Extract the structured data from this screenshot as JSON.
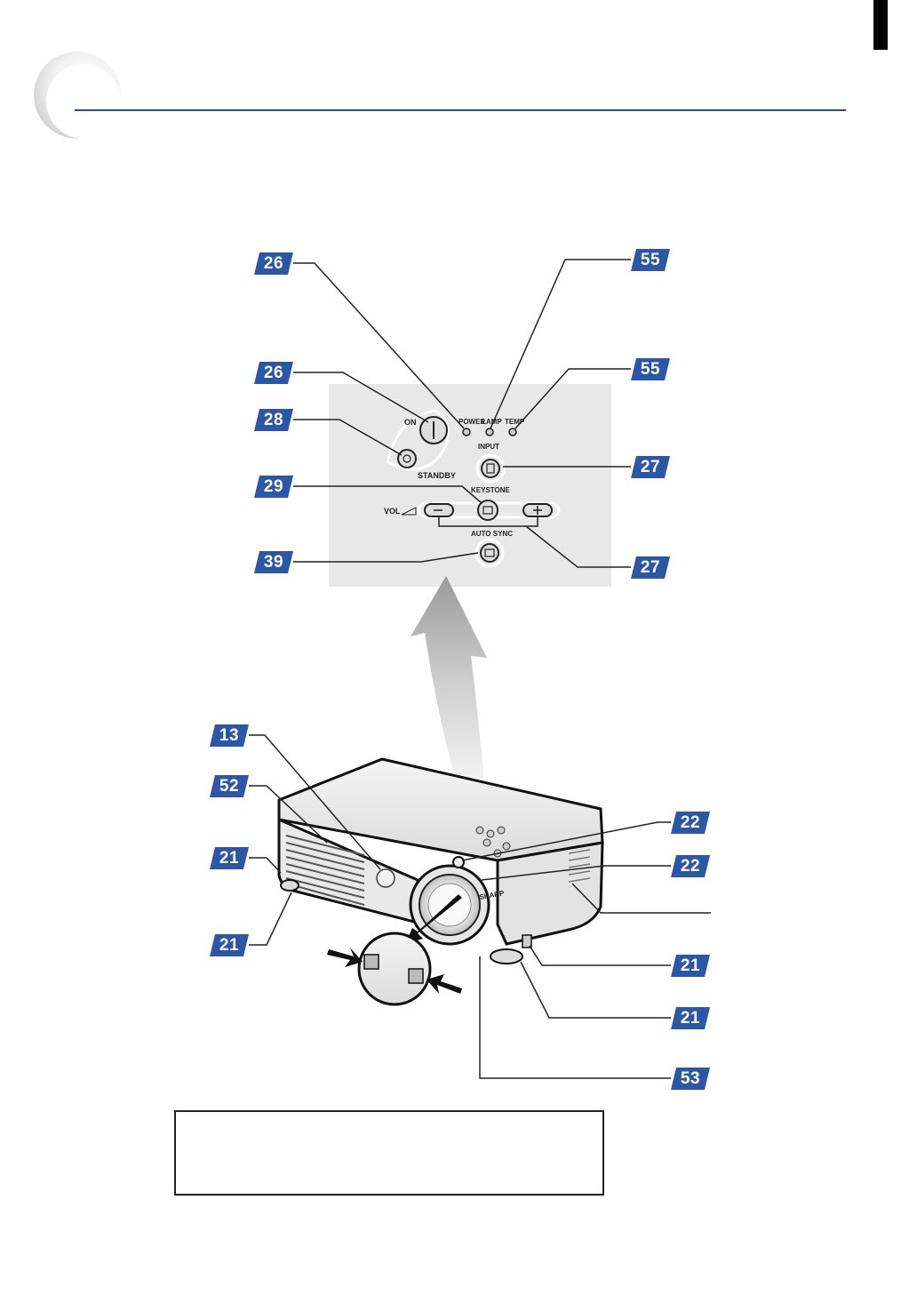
{
  "labels": {
    "on": "ON",
    "standby": "STANDBY",
    "power": "POWER",
    "lamp": "LAMP",
    "temp": "TEMP",
    "input": "INPUT",
    "keystone": "KEYSTONE",
    "vol": "VOL",
    "auto_sync": "AUTO SYNC",
    "sharp": "SHARP"
  },
  "callouts": {
    "power_indicator": "26",
    "on_button": "26",
    "standby_button": "28",
    "keystone_button": "29",
    "auto_sync_button": "39",
    "lamp_indicator": "55",
    "temp_indicator": "55",
    "input_button": "27",
    "volume_buttons": "27",
    "remote_sensor": "13",
    "exhaust_vent": "52",
    "adjustment_foot_left": "21",
    "adjustment_foot_left_release": "21",
    "zoom_knob": "22",
    "focus_ring": "22",
    "height_adjust_button": "21",
    "adjustment_foot_right": "21",
    "lamp_cage": "53"
  },
  "colors": {
    "badge": "#2c57a6",
    "header_rule": "#1f4f9a",
    "panel": "#e8e8e8"
  }
}
